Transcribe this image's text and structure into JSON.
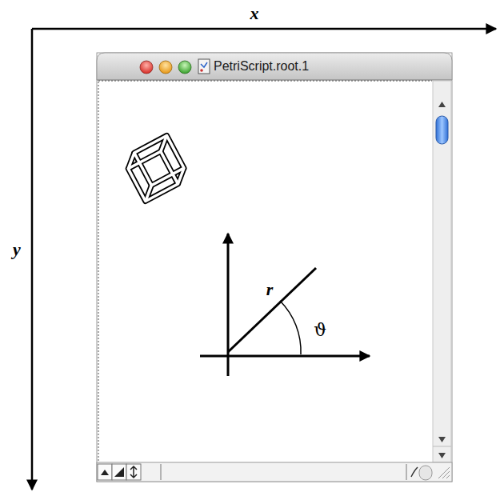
{
  "diagram": {
    "labels": [
      "x",
      "y",
      "PetriScript.root.1",
      "r",
      "ϑ"
    ]
  }
}
